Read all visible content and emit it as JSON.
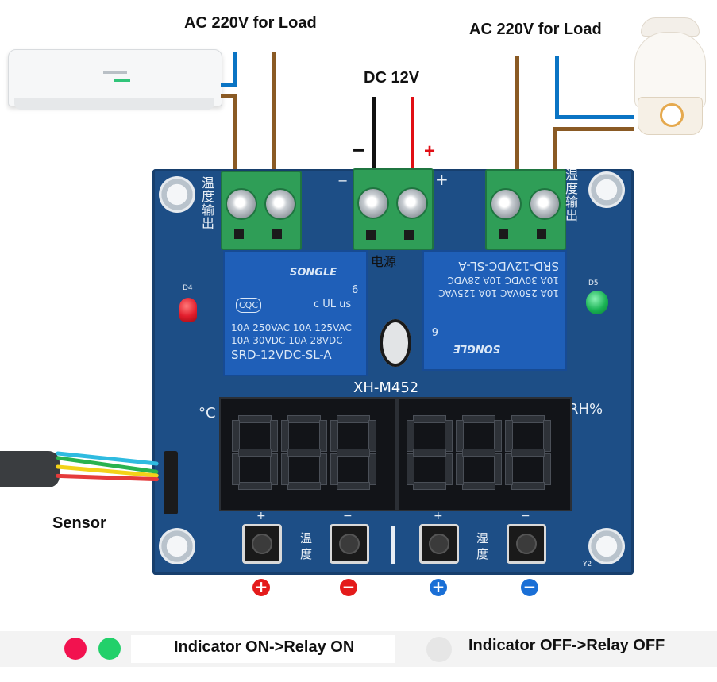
{
  "labels": {
    "load_left": "AC 220V for Load",
    "load_right": "AC 220V for Load",
    "dc_power": "DC 12V",
    "minus_sign": "−",
    "plus_sign": "+",
    "sensor": "Sensor",
    "legend_on": "Indicator ON->Relay ON",
    "legend_off": "Indicator OFF->Relay OFF"
  },
  "board": {
    "model": "XH-M452",
    "left_silk": "温度输出",
    "right_silk": "湿度输出",
    "power_silk": "电源",
    "term_minus": "−",
    "term_plus": "+",
    "temp_unit": "°C",
    "humidity_unit": "RH%",
    "led_left": "D4",
    "led_right": "D5",
    "corner_code": "Y2",
    "temp_cn": "温度",
    "humidity_cn": "湿度",
    "btn_plus_silk": "+",
    "btn_minus_silk": "−"
  },
  "relays": {
    "left": {
      "brand": "SONGLE",
      "cert": "CQC",
      "ul": "c UL us",
      "num": "6",
      "line1": "10A 250VAC  10A 125VAC",
      "line2": "10A  30VDC  10A  28VDC",
      "model": "SRD-12VDC-SL-A"
    },
    "right": {
      "brand": "SONGLE",
      "model": "SRD-12VDC-SL-A",
      "line1": "10A 250VAC  10A 125VAC",
      "line2": "10A  30VDC  10A  28VDC",
      "num": "6"
    }
  },
  "buttons": [
    {
      "symbol": "+",
      "color": "#e41b1b"
    },
    {
      "symbol": "−",
      "color": "#e41b1b"
    },
    {
      "symbol": "+",
      "color": "#1a6fd6"
    },
    {
      "symbol": "−",
      "color": "#1a6fd6"
    }
  ],
  "colors": {
    "board": "#1d4e86",
    "wire_brown": "#8a5a24",
    "wire_blue": "#0a74c4",
    "led_red": "#e21d2c",
    "led_green": "#19b354",
    "legend_red": "#f2124f",
    "legend_green": "#22d06a",
    "legend_off": "#e6e6e6"
  }
}
